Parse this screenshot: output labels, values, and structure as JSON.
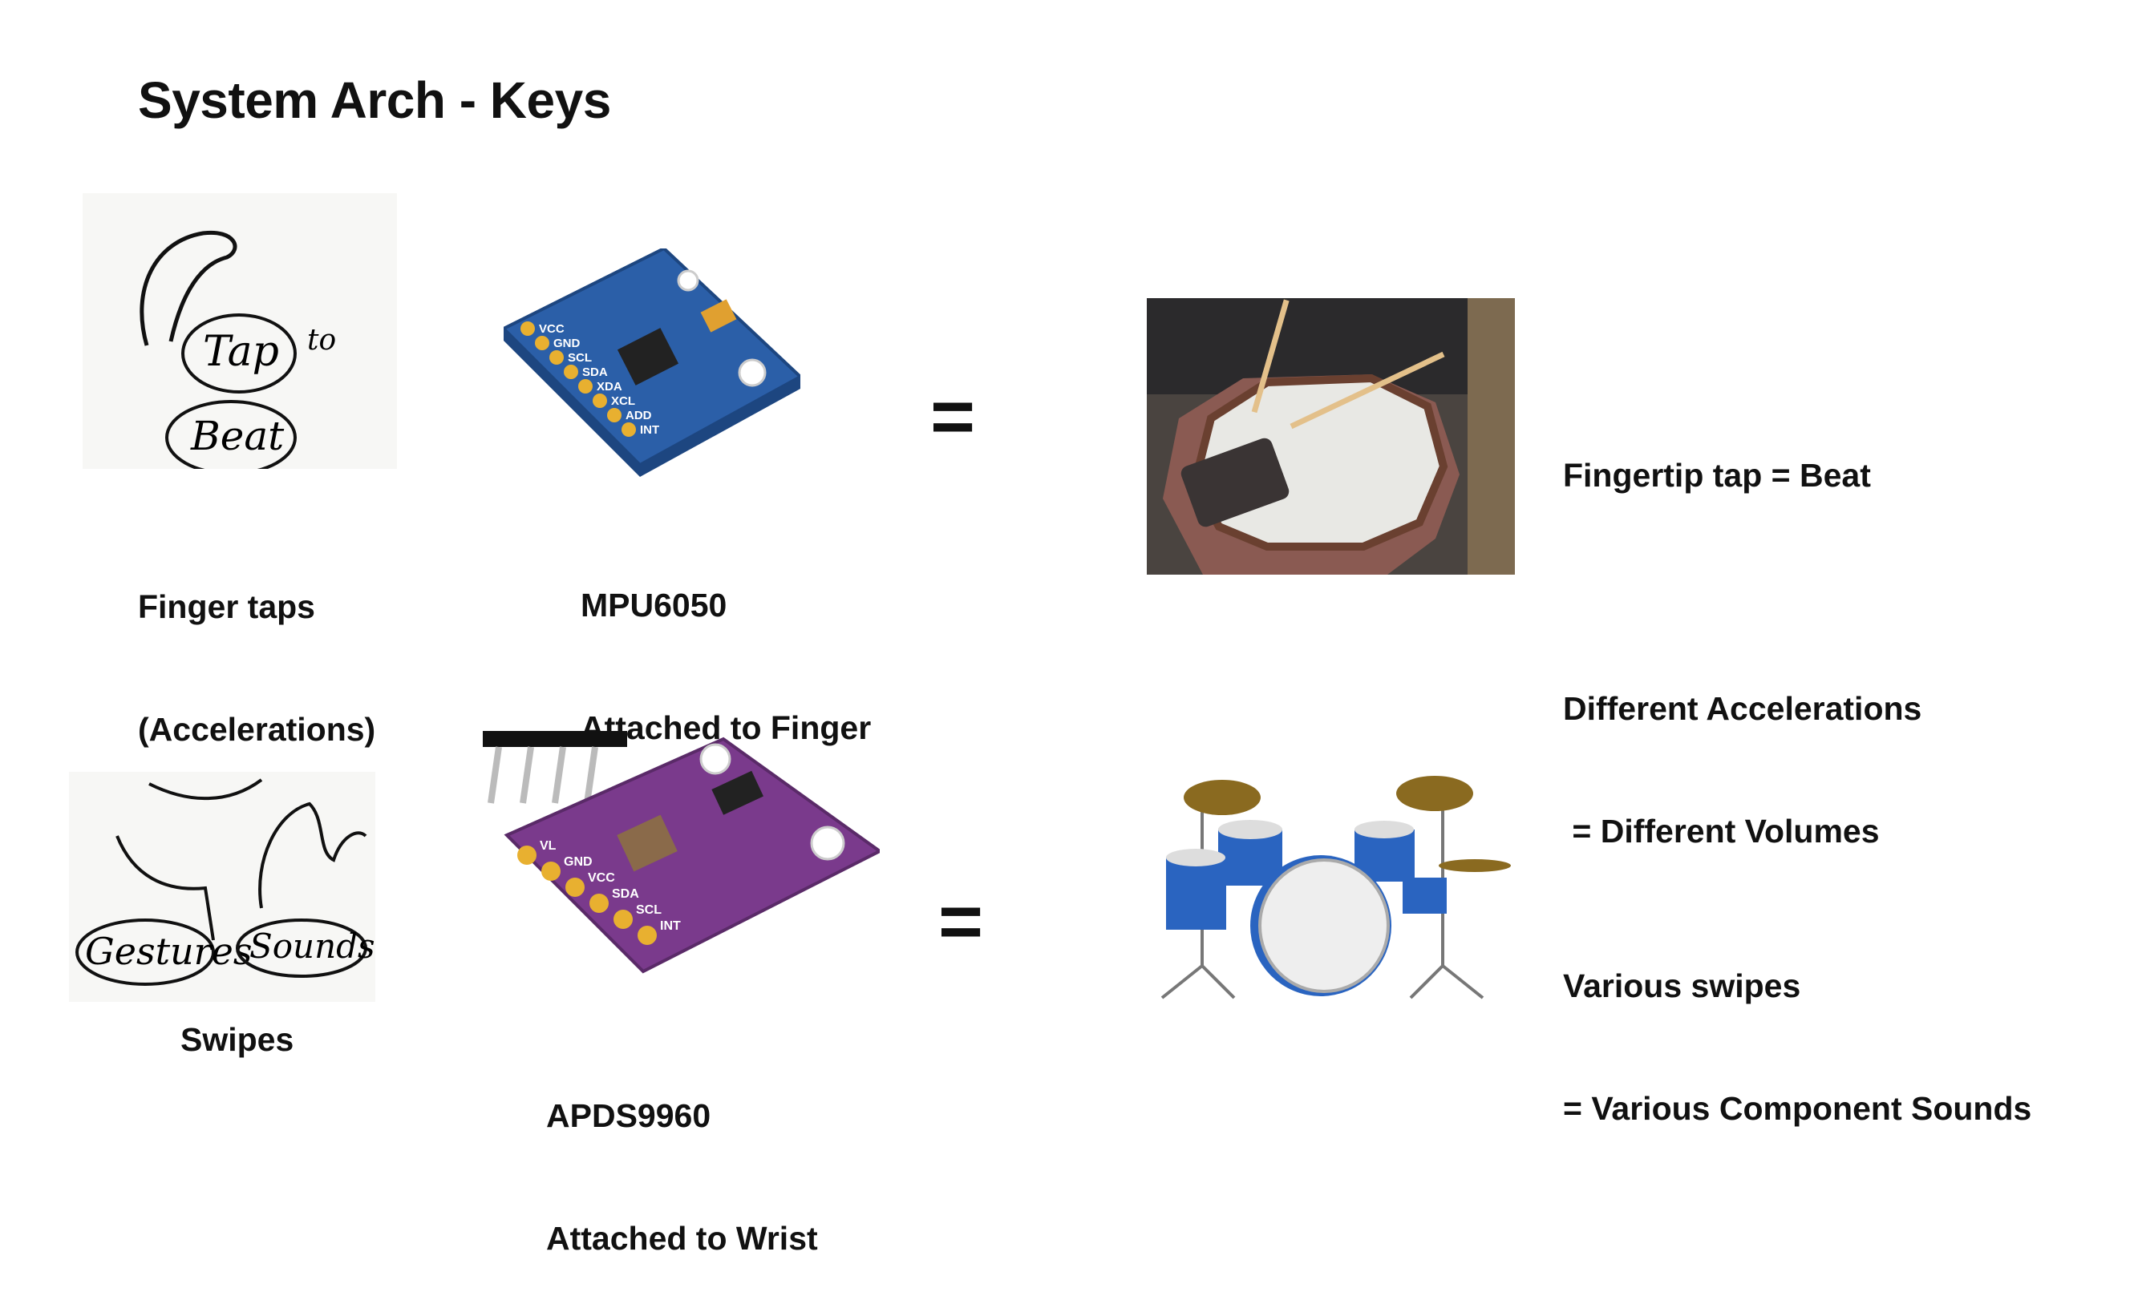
{
  "slide": {
    "title": "System Arch - Keys"
  },
  "row1": {
    "sketch": {
      "words": [
        "Tap",
        "to",
        "Beat"
      ]
    },
    "input_label": [
      "Finger taps",
      "(Accelerations)"
    ],
    "sensor_label": [
      "MPU6050",
      "Attached to Finger"
    ],
    "sensor_pins": [
      "VCC",
      "GND",
      "SCL",
      "SDA",
      "XDA",
      "XCL",
      "ADD",
      "INT"
    ],
    "equals": "=",
    "output_text": [
      "Fingertip tap = Beat",
      "Different Accelerations",
      " = Different Volumes"
    ]
  },
  "row2": {
    "sketch": {
      "words": [
        "Gestures",
        "Sounds"
      ]
    },
    "input_label": [
      "Swipes"
    ],
    "sensor_label": [
      "APDS9960",
      "Attached to Wrist"
    ],
    "sensor_pins": [
      "VL",
      "GND",
      "VCC",
      "SDA",
      "SCL",
      "INT"
    ],
    "equals": "=",
    "output_text": [
      "Various swipes",
      "= Various Component Sounds"
    ]
  },
  "colors": {
    "mpu_board": "#2b5fa8",
    "apds_board": "#7a3a8c",
    "drum_shell": "#2a64c0"
  }
}
